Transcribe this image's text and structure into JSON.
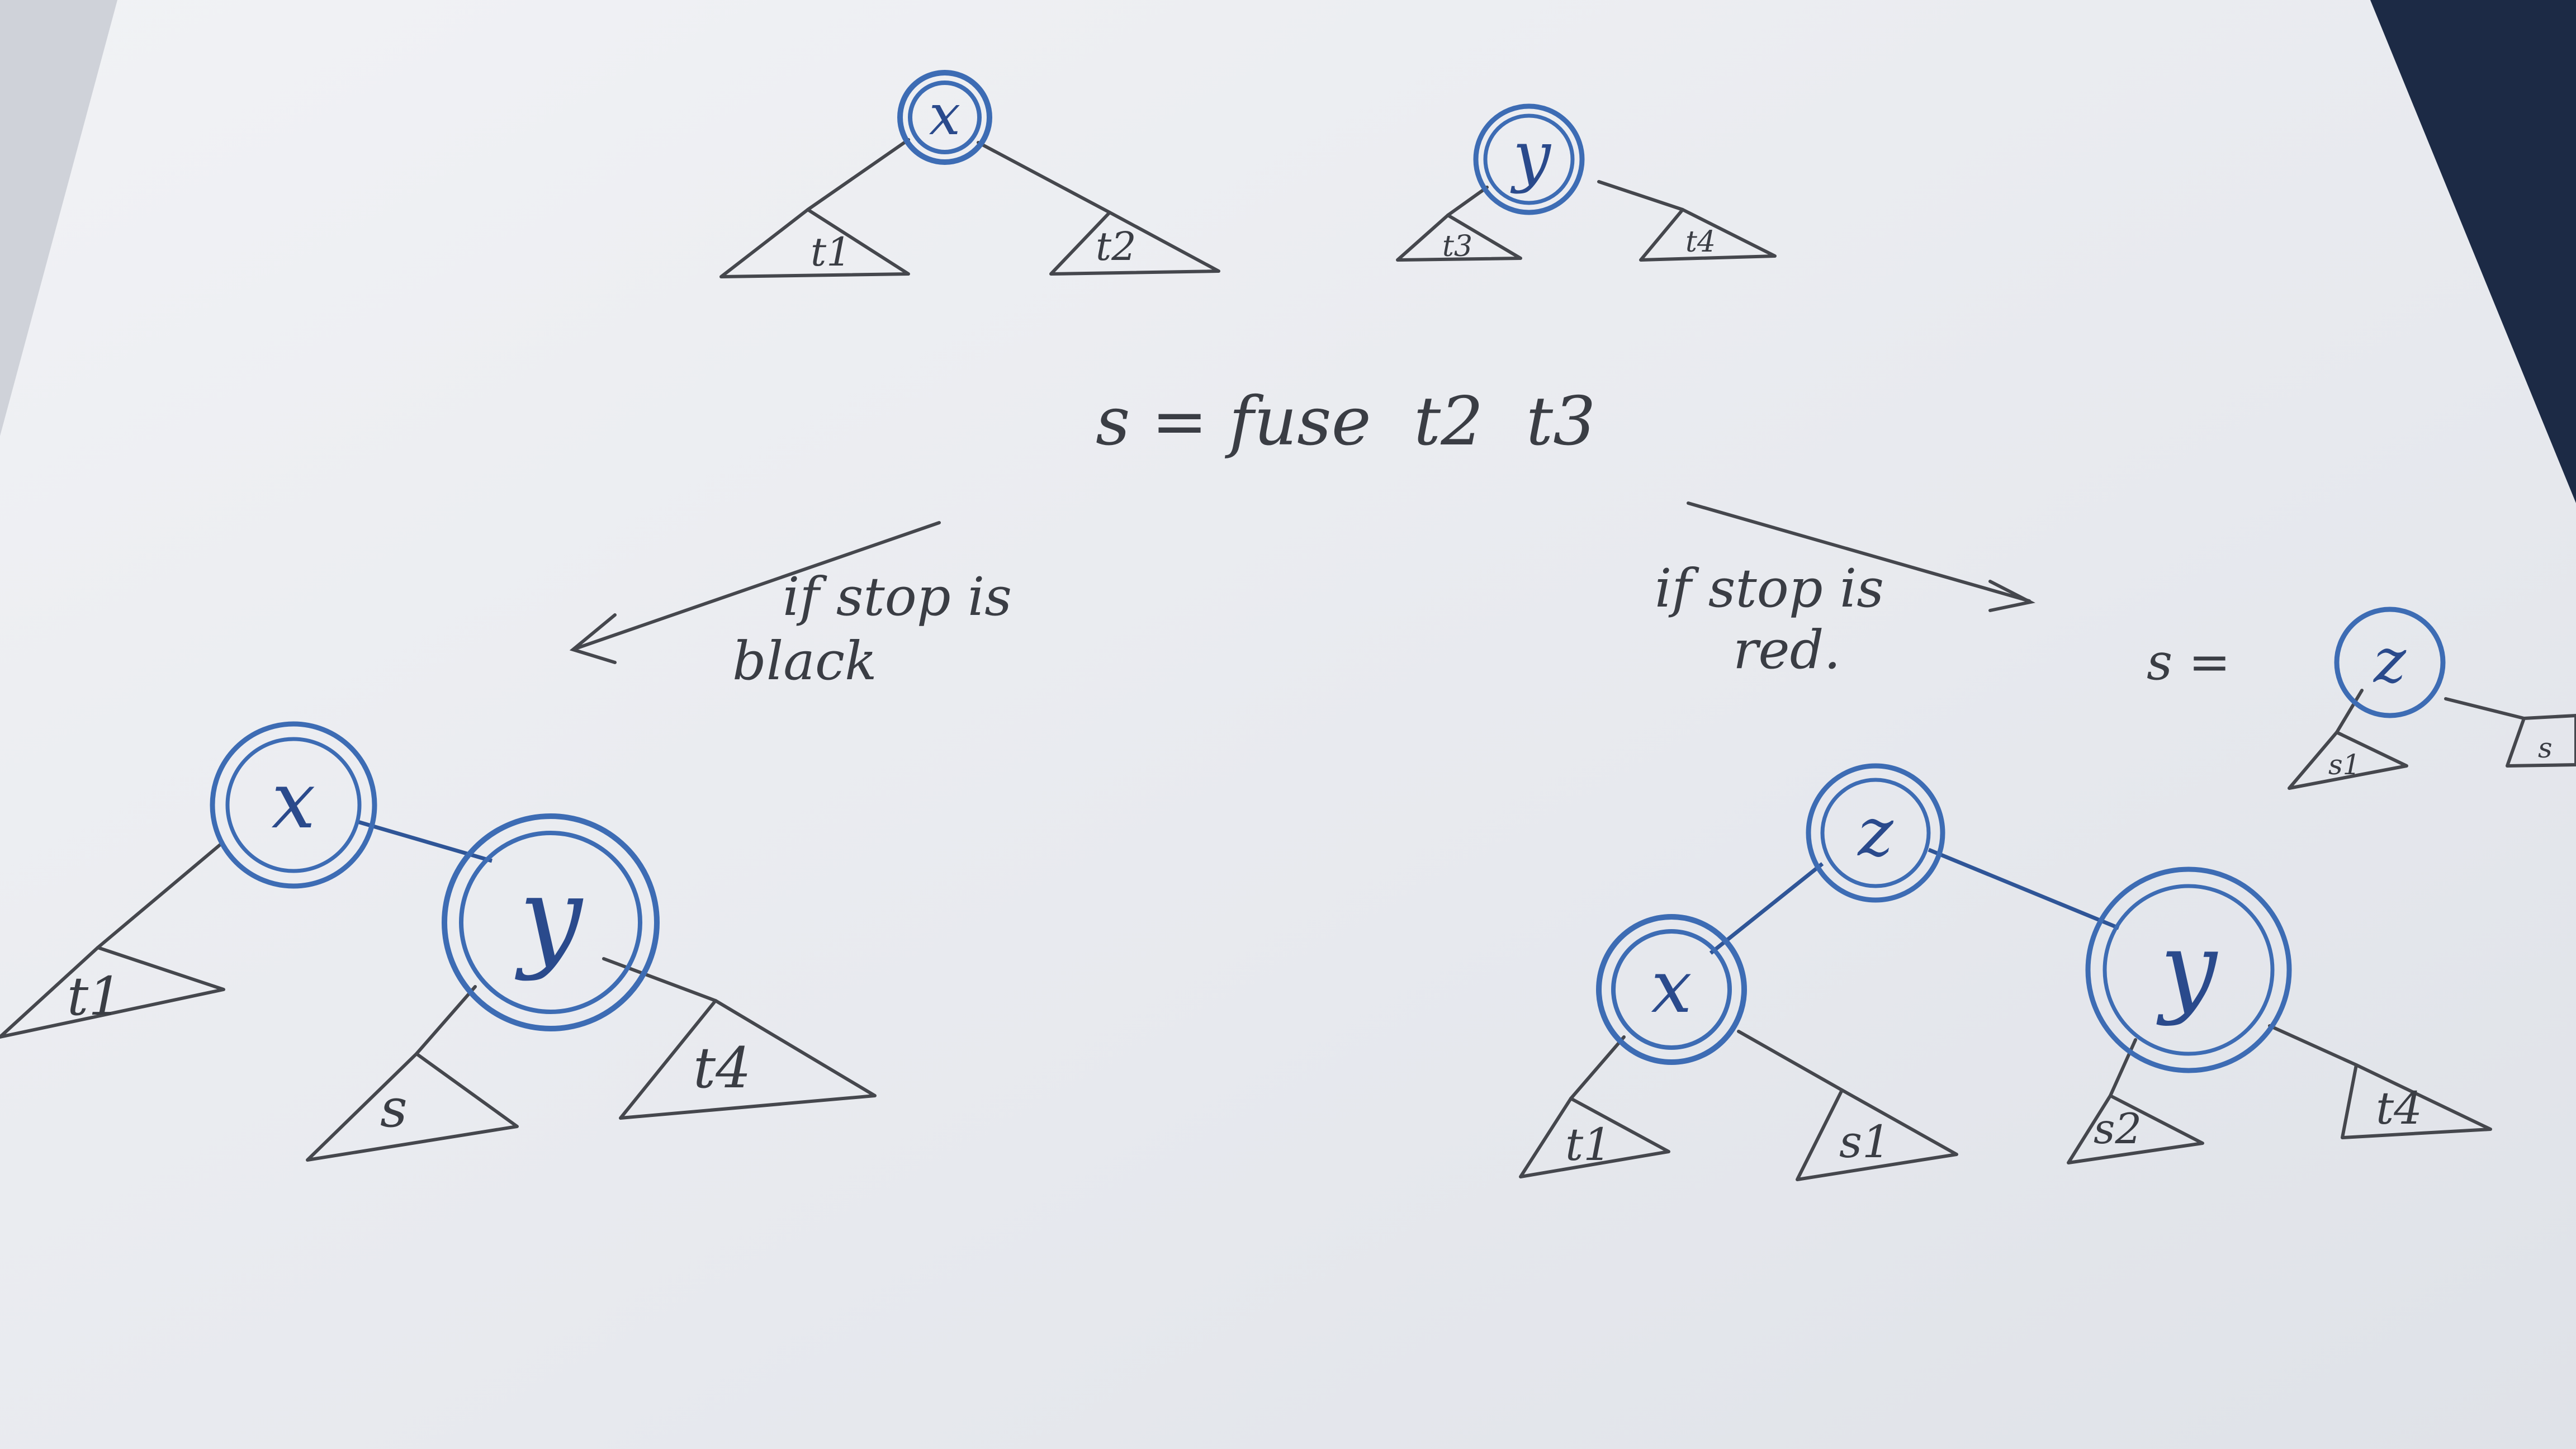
{
  "nodes": {
    "top_x": "x",
    "top_y": "y",
    "bl_x": "x",
    "bl_y": "y",
    "br_z": "z",
    "br_x": "x",
    "br_y": "y",
    "s_z": "z"
  },
  "subtrees": {
    "top_t1": "t1",
    "top_t2": "t2",
    "top_t3": "t3",
    "top_t4": "t4",
    "bl_t1": "t1",
    "bl_s": "s",
    "bl_t4": "t4",
    "br_t1": "t1",
    "br_s1": "s1",
    "br_s2": "s2",
    "br_t4": "t4",
    "s_s1": "s1",
    "s_s2": "s"
  },
  "text": {
    "equation": "s = fuse  t2  t3",
    "left_condition_line1": "if stop is",
    "left_condition_line2": "black",
    "right_condition_line1": "if stop is",
    "right_condition_line2": "red.",
    "s_label": "s ="
  },
  "colors": {
    "paper": "#eceef2",
    "pencil": "#45474d",
    "blue_ink": "#3d6cb4",
    "background": "#1c2a45"
  }
}
